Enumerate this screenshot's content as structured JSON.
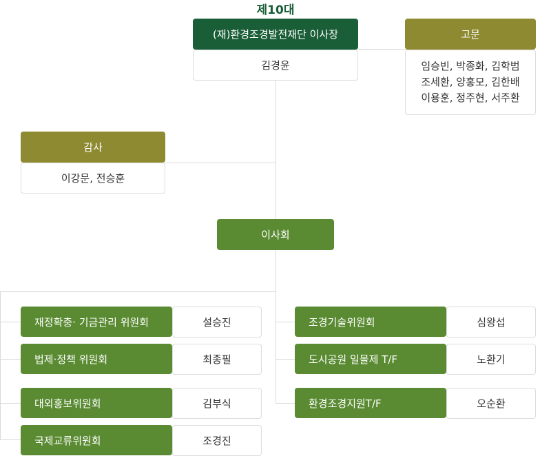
{
  "term": "제10대",
  "chairman": {
    "title": "(재)환경조경발전재단 이사장",
    "name": "김경윤"
  },
  "advisor": {
    "title": "고문",
    "names": [
      "임승빈, 박종화, 김학범",
      "조세환, 양홍모, 김한배",
      "이용훈, 정주현, 서주환"
    ]
  },
  "auditor": {
    "title": "감사",
    "names": "이강문, 전승훈"
  },
  "board": {
    "title": "이사회"
  },
  "committees_left": [
    {
      "name": "재정확충· 기금관리 위원회",
      "person": "설승진"
    },
    {
      "name": "법제·정책 위원회",
      "person": "최종필"
    },
    {
      "name": "대외홍보위원회",
      "person": "김부식"
    },
    {
      "name": "국제교류위원회",
      "person": "조경진"
    }
  ],
  "committees_right": [
    {
      "name": "조경기술위원회",
      "person": "심왕섭"
    },
    {
      "name": "도시공원 일몰제 T/F",
      "person": "노환기"
    },
    {
      "name": "환경조경지원T/F",
      "person": "오순환"
    }
  ],
  "colors": {
    "dark_green": "#1a5e38",
    "olive": "#8d8a31",
    "green": "#5a8b32",
    "line": "#d9d9d9"
  }
}
